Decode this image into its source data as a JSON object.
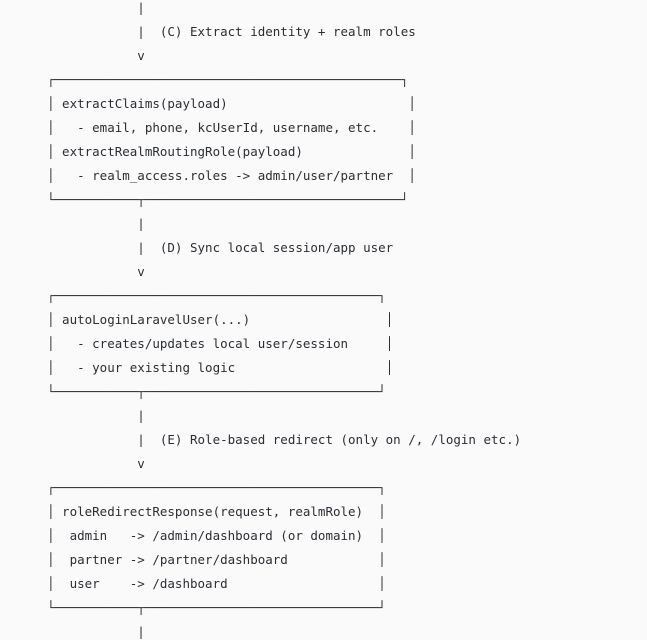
{
  "page": {
    "background_color": "#fafafa",
    "text_color": "#2a2e34"
  },
  "diagram": {
    "kind": "ascii-flowchart",
    "steps": [
      {
        "id": "(C)",
        "label": "Extract identity + realm roles"
      },
      {
        "id": "(D)",
        "label": "Sync local session/app user"
      },
      {
        "id": "(E)",
        "label": "Role-based redirect (only on /, /login etc.)"
      }
    ],
    "boxes": [
      {
        "lines": [
          "extractClaims(payload)",
          "- email, phone, kcUserId, username, etc.",
          "extractRealmRoutingRole(payload)",
          "- realm_access.roles -> admin/user/partner"
        ]
      },
      {
        "lines": [
          "autoLoginLaravelUser(...)",
          "- creates/updates local user/session",
          "- your existing logic"
        ]
      },
      {
        "lines": [
          "roleRedirectResponse(request, realmRole)",
          "admin   -> /admin/dashboard (or domain)",
          "partner -> /partner/dashboard",
          "user    -> /dashboard"
        ]
      }
    ],
    "lines": [
      "            |",
      "            |  (C) Extract identity + realm roles",
      "            v",
      "┌──────────────────────────────────────────────┐",
      "│ extractClaims(payload)                        │",
      "│   - email, phone, kcUserId, username, etc.    │",
      "│ extractRealmRoutingRole(payload)              │",
      "│   - realm_access.roles -> admin/user/partner  │",
      "└───────────┬──────────────────────────────────┘",
      "            |",
      "            |  (D) Sync local session/app user",
      "            v",
      "┌───────────────────────────────────────────┐",
      "│ autoLoginLaravelUser(...)                  │",
      "│   - creates/updates local user/session     │",
      "│   - your existing logic                    │",
      "└───────────┬───────────────────────────────┘",
      "            |",
      "            |  (E) Role-based redirect (only on /, /login etc.)",
      "            v",
      "┌───────────────────────────────────────────┐",
      "│ roleRedirectResponse(request, realmRole)  │",
      "│  admin   -> /admin/dashboard (or domain)  │",
      "│  partner -> /partner/dashboard            │",
      "│  user    -> /dashboard                    │",
      "└───────────┬───────────────────────────────┘",
      "            |"
    ]
  }
}
